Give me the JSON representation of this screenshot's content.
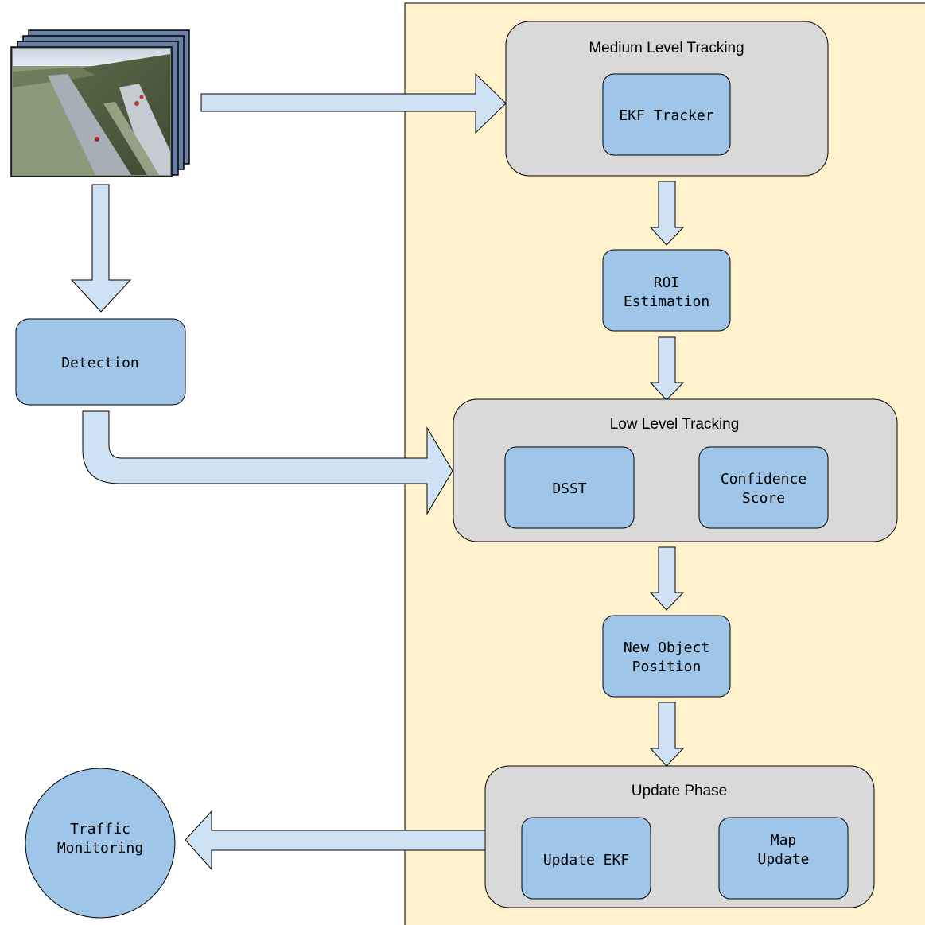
{
  "colors": {
    "panel_bg": "#fff2cc",
    "group_fill": "#d9d9d9",
    "node_fill": "#9fc5e8",
    "arrow_fill": "#cfe2f3",
    "stroke": "#000000"
  },
  "groups": {
    "medium": {
      "title": "Medium Level Tracking"
    },
    "low": {
      "title": "Low Level Tracking"
    },
    "update": {
      "title": "Update Phase"
    }
  },
  "nodes": {
    "ekf_tracker": {
      "line1": "EKF Tracker"
    },
    "roi": {
      "line1": "ROI",
      "line2": "Estimation"
    },
    "detection": {
      "line1": "Detection"
    },
    "dsst": {
      "line1": "DSST"
    },
    "confidence": {
      "line1": "Confidence",
      "line2": "Score"
    },
    "new_object": {
      "line1": "New Object",
      "line2": "Position"
    },
    "update_ekf": {
      "line1": "Update EKF"
    },
    "map_update": {
      "line1": "Map",
      "line2": "Update"
    },
    "traffic": {
      "line1": "Traffic",
      "line2": "Monitoring"
    }
  },
  "input": {
    "icon": "video-frames-stack-icon"
  }
}
